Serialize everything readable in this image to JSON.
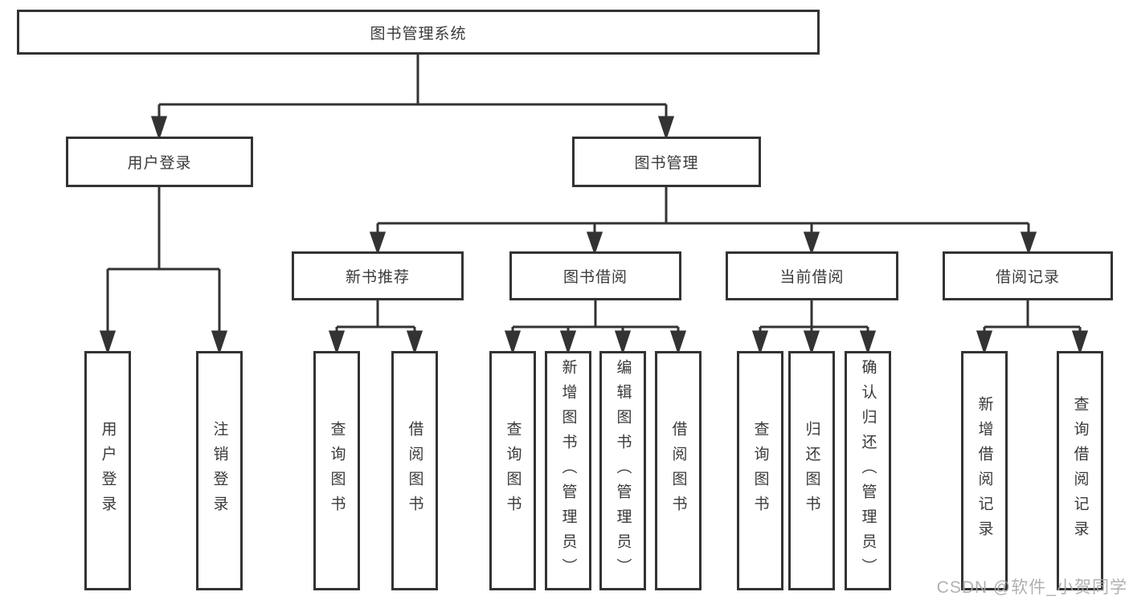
{
  "diagram": {
    "root": {
      "label": "图书管理系统"
    },
    "children": [
      {
        "label": "用户登录",
        "children": [
          {
            "label": "用户登录"
          },
          {
            "label": "注销登录"
          }
        ]
      },
      {
        "label": "图书管理",
        "children": [
          {
            "label": "新书推荐",
            "children": [
              {
                "label": "查询图书"
              },
              {
                "label": "借阅图书"
              }
            ]
          },
          {
            "label": "图书借阅",
            "children": [
              {
                "label": "查询图书"
              },
              {
                "label": "新增图书（管理员）"
              },
              {
                "label": "编辑图书（管理员）"
              },
              {
                "label": "借阅图书"
              }
            ]
          },
          {
            "label": "当前借阅",
            "children": [
              {
                "label": "查询图书"
              },
              {
                "label": "归还图书"
              },
              {
                "label": "确认归还（管理员）"
              }
            ]
          },
          {
            "label": "借阅记录",
            "children": [
              {
                "label": "新增借阅记录"
              },
              {
                "label": "查询借阅记录"
              }
            ]
          }
        ]
      }
    ]
  },
  "watermark": {
    "text": "CSDN @软件_小贺同学"
  },
  "colors": {
    "line": "#333333",
    "text": "#3a3a3a",
    "background": "#ffffff",
    "watermark": "#a8a8a8"
  }
}
